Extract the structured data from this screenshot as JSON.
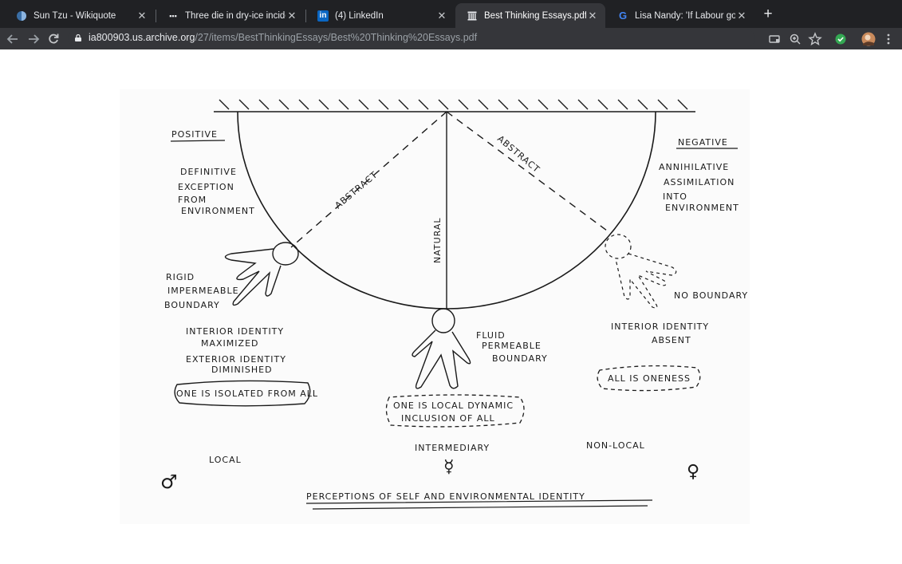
{
  "tabs": [
    {
      "title": "Sun Tzu - Wikiquote",
      "favicon": "wikiquote-icon",
      "active": false
    },
    {
      "title": "Three die in dry-ice incident at",
      "favicon": "news-icon",
      "active": false
    },
    {
      "title": "(4) LinkedIn",
      "favicon": "linkedin-icon",
      "active": false
    },
    {
      "title": "Best Thinking Essays.pdf",
      "favicon": "archive-icon",
      "active": true
    },
    {
      "title": "Lisa Nandy: 'If Labour got thing",
      "favicon": "google-icon",
      "active": false
    }
  ],
  "toolbar": {
    "url_domain": "ia800903.us.archive.org",
    "url_path": "/27/items/BestThinkingEssays/Best%20Thinking%20Essays.pdf"
  },
  "diagram": {
    "positive": "POSITIVE",
    "negative": "NEGATIVE",
    "left_desc": [
      "DEFINITIVE",
      "EXCEPTION",
      "FROM",
      "ENVIRONMENT"
    ],
    "right_desc": [
      "ANNIHILATIVE",
      "ASSIMILATION",
      "INTO",
      "ENVIRONMENT"
    ],
    "abstract_left": "ABSTRACT",
    "abstract_right": "ABSTRACT",
    "natural": "NATURAL",
    "rigid": [
      "RIGID",
      "IMPERMEABLE",
      "BOUNDARY"
    ],
    "no_boundary": "NO BOUNDARY",
    "fluid": [
      "FLUID",
      "PERMEABLE",
      "BOUNDARY"
    ],
    "interior_max": [
      "INTERIOR IDENTITY",
      "MAXIMIZED"
    ],
    "exterior_dim": [
      "EXTERIOR IDENTITY",
      "DIMINISHED"
    ],
    "interior_absent": [
      "INTERIOR IDENTITY",
      "ABSENT"
    ],
    "isolated": "ONE IS ISOLATED FROM ALL",
    "local_inclusion": [
      "ONE IS LOCAL DYNAMIC",
      "INCLUSION OF ALL"
    ],
    "oneness": "ALL IS ONENESS",
    "local": "LOCAL",
    "intermediary": "INTERMEDIARY",
    "non_local": "NON-LOCAL",
    "mars_symbol": "♂",
    "mercury_symbol": "☿",
    "venus_symbol": "♀",
    "caption": "PERCEPTIONS OF SELF AND ENVIRONMENTAL IDENTITY"
  }
}
